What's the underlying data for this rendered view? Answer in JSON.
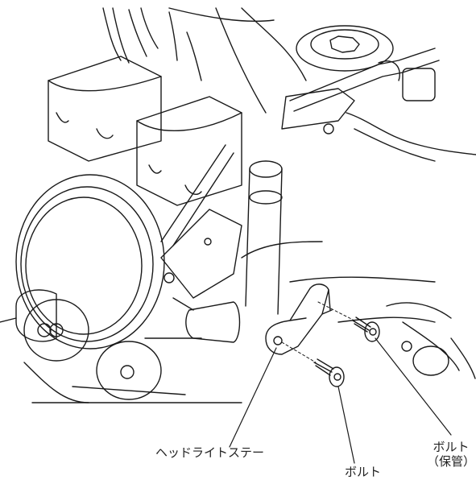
{
  "labels": {
    "headlight_stay": "ヘッドライトステー",
    "bolt": "ボルト",
    "bolt_stored_line1": "ボルト",
    "bolt_stored_line2": "（保管）"
  },
  "colors": {
    "line": "#1a1a1a",
    "background": "#ffffff"
  }
}
